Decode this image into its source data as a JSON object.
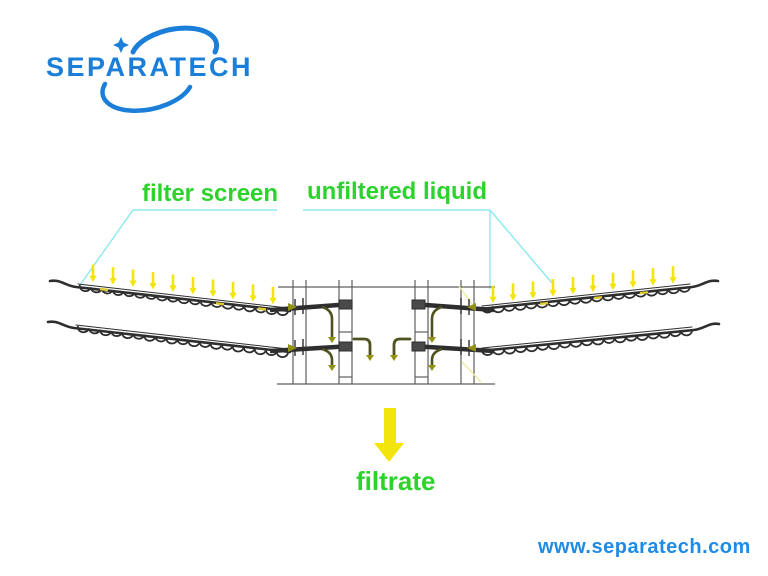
{
  "brand": {
    "logo_text": "SEPARATECH",
    "website": "www.separatech.com"
  },
  "diagram": {
    "labels": {
      "filter_screen": "filter screen",
      "unfiltered_liquid": "unfiltered liquid",
      "filtrate": "filtrate"
    },
    "icons": {
      "logo_mark": "orbit-swoosh-with-star",
      "filtrate_arrow": "large-down-arrow",
      "feed_arrows": "small-down-arrow-row",
      "drain_arrows": "small-down-arrows"
    }
  },
  "colors": {
    "background": "#ffffff",
    "brand_blue": "#1b7ed8",
    "link_blue": "#1e8be8",
    "label_green": "#2dd32d",
    "leader_cyan": "#8ce9ee",
    "arrow_yellow": "#f2e50e",
    "screen_dark": "#2e2e2e",
    "hub_gray": "#5f5f5f",
    "pipe_olive": "#4f5220",
    "accent_olive": "#8f9212",
    "highlight_yellow": "#ddca30",
    "faint_yellow": "#ecec9e"
  }
}
